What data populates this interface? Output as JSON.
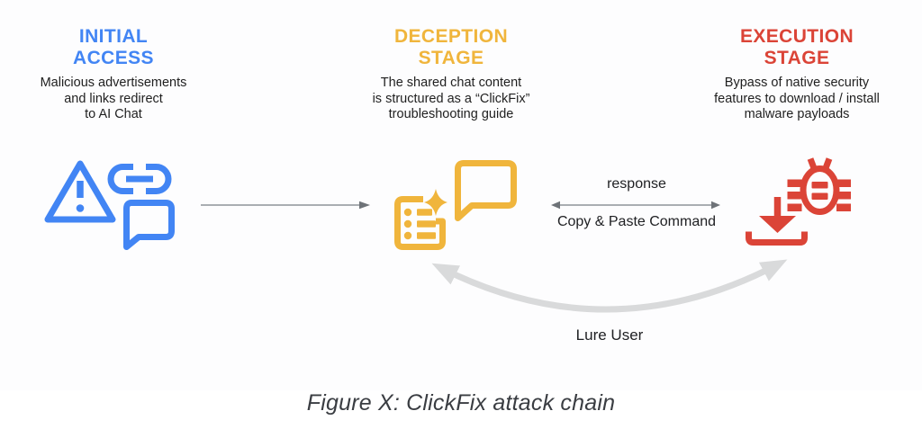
{
  "stages": [
    {
      "title_lines": [
        "INITIAL",
        "ACCESS"
      ],
      "desc_lines": [
        "Malicious advertisements",
        "and links redirect",
        "to AI Chat"
      ],
      "accent_color": "#4285F4",
      "icons": [
        "warning-triangle-icon",
        "link-icon",
        "chat-bubble-icon"
      ]
    },
    {
      "title_lines": [
        "DECEPTION",
        "STAGE"
      ],
      "desc_lines": [
        "The shared chat content",
        "is structured as a “ClickFix”",
        "troubleshooting guide"
      ],
      "accent_color": "#F0B53C",
      "icons": [
        "ai-list-document-icon",
        "sparkle-icon",
        "chat-bubble-icon"
      ]
    },
    {
      "title_lines": [
        "EXECUTION",
        "STAGE"
      ],
      "desc_lines": [
        "Bypass of native security",
        "features to download / install",
        "malware payloads"
      ],
      "accent_color": "#DB4437",
      "icons": [
        "download-icon",
        "bug-icon"
      ]
    }
  ],
  "connectors": {
    "response_label": "response",
    "copy_paste_label": "Copy & Paste Command",
    "lure_label": "Lure User"
  },
  "caption": "Figure X: ClickFix attack chain",
  "colors": {
    "blue": "#4285F4",
    "yellow": "#F0B53C",
    "red": "#DB4437",
    "arrow_gray": "#8F9499",
    "arrowhead_gray": "#6E7378",
    "curve_gray": "#D9DADB",
    "text_dark": "#1F1F1F",
    "caption_gray": "#3A3D42"
  }
}
